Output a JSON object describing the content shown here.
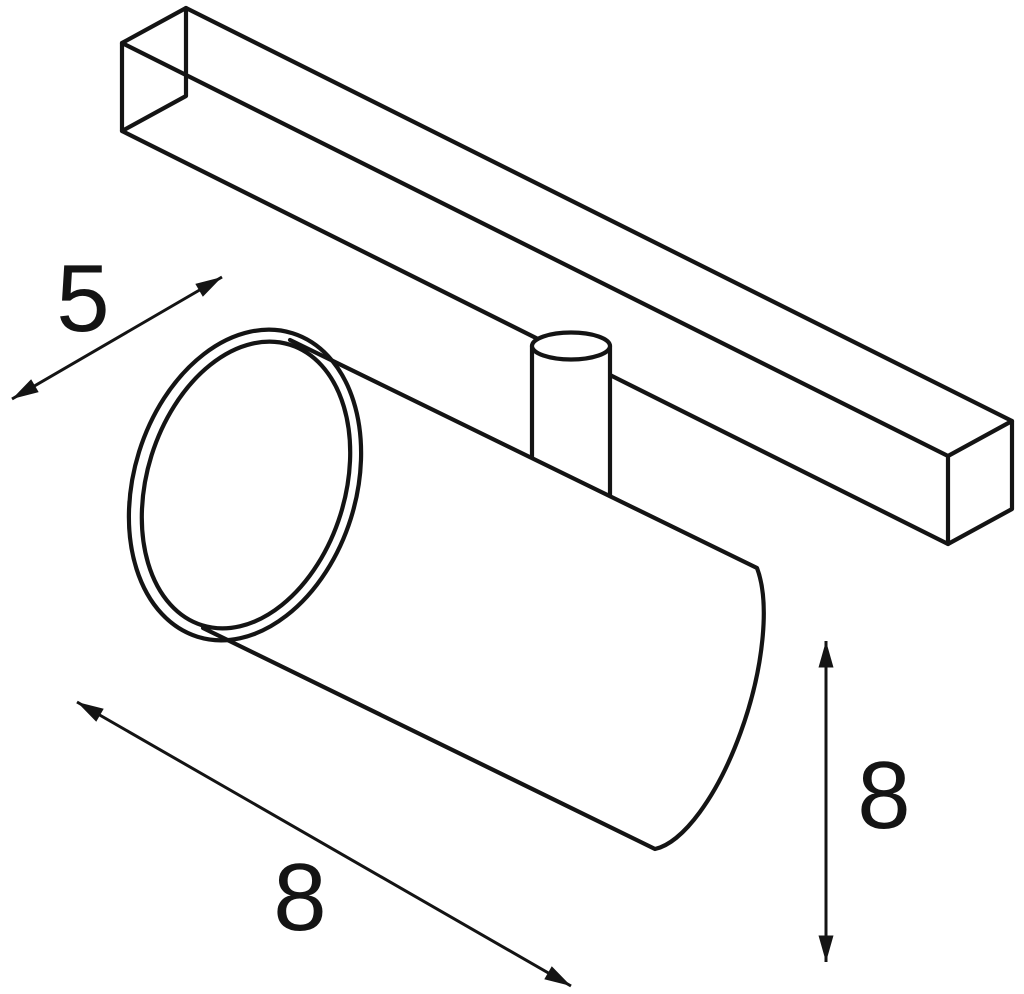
{
  "drawing": {
    "subject": "track-mounted-spotlight-dimension-drawing",
    "line_color": "#141414",
    "background_color": "#ffffff",
    "dimensions": {
      "track_width": {
        "label": "5"
      },
      "length": {
        "label": "8"
      },
      "height": {
        "label": "8"
      }
    }
  }
}
